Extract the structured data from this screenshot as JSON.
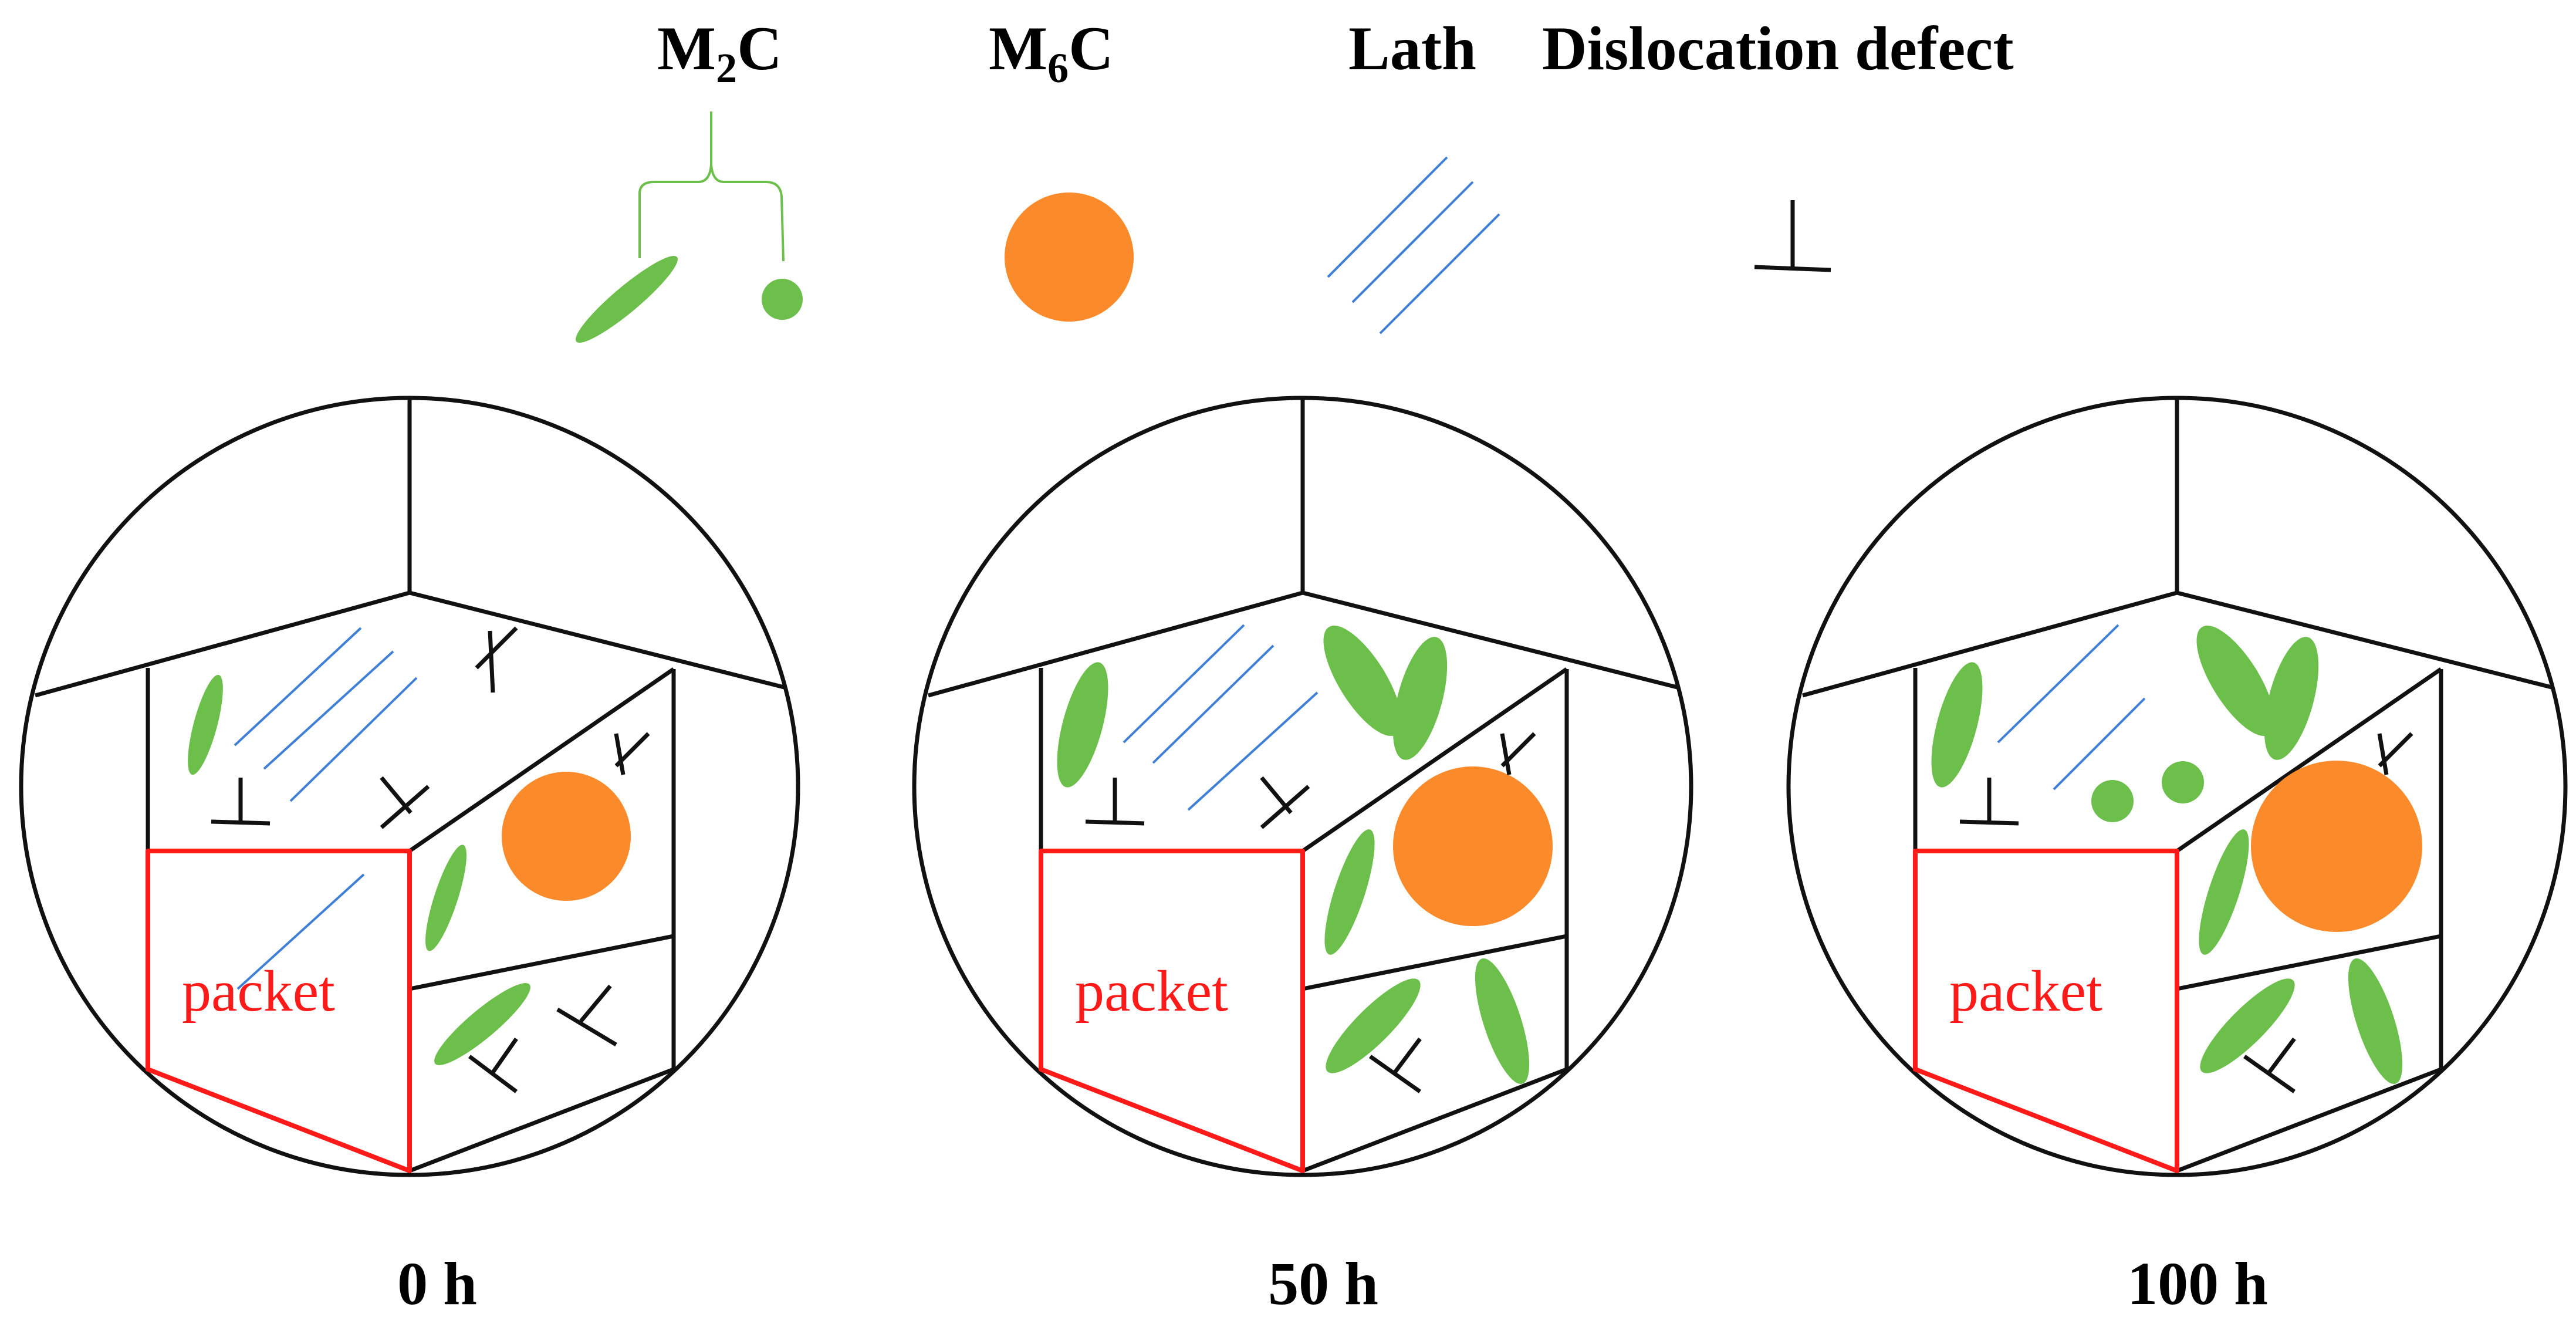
{
  "legend": {
    "m2c": {
      "base": "M",
      "sub": "2",
      "tail": "C"
    },
    "m6c": {
      "base": "M",
      "sub": "6",
      "tail": "C"
    },
    "lath": "Lath",
    "dislocation": "Dislocation defect"
  },
  "panels": [
    {
      "time": "0 h",
      "packet_label": "packet"
    },
    {
      "time": "50 h",
      "packet_label": "packet"
    },
    {
      "time": "100 h",
      "packet_label": "packet"
    }
  ],
  "colors": {
    "m2c": "#6dbf4b",
    "m6c": "#fb8a2b",
    "lath": "#3f7fd6",
    "packet": "#ff1a1a",
    "boundary": "#111111"
  },
  "icons": {
    "m2c": "green-ellipse-and-dot",
    "m6c": "orange-disc",
    "lath": "parallel-blue-lines",
    "dislocation": "inverted-t-symbol"
  }
}
